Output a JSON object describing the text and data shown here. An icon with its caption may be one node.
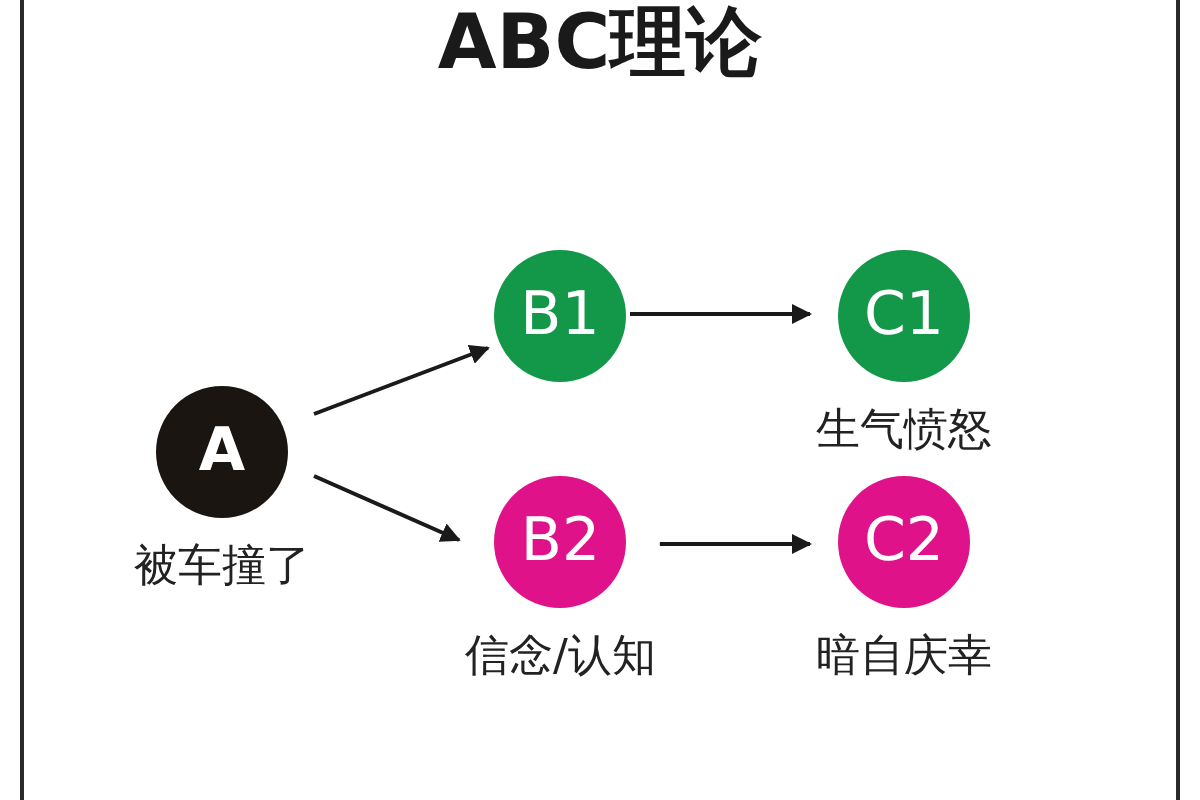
{
  "diagram": {
    "title": "ABC理论",
    "nodes": [
      {
        "text": [
          "A"
        ],
        "beside": [
          "被车撞了"
        ]
      },
      {
        "text": [
          "B1"
        ]
      },
      {
        "text": [
          "C1"
        ],
        "beside": [
          "生气愤怒"
        ]
      },
      {
        "text": [
          "B2"
        ],
        "beside": [
          "信念/认知"
        ]
      },
      {
        "text": [
          "C2"
        ],
        "beside": [
          "暗自庆幸"
        ]
      }
    ],
    "edges": [
      {
        "from": 0,
        "to": 1,
        "arrow": "to"
      },
      {
        "from": 0,
        "to": 3,
        "arrow": "to"
      },
      {
        "from": 1,
        "to": 2,
        "arrow": "to"
      },
      {
        "from": 3,
        "to": 4,
        "arrow": "to"
      }
    ]
  }
}
